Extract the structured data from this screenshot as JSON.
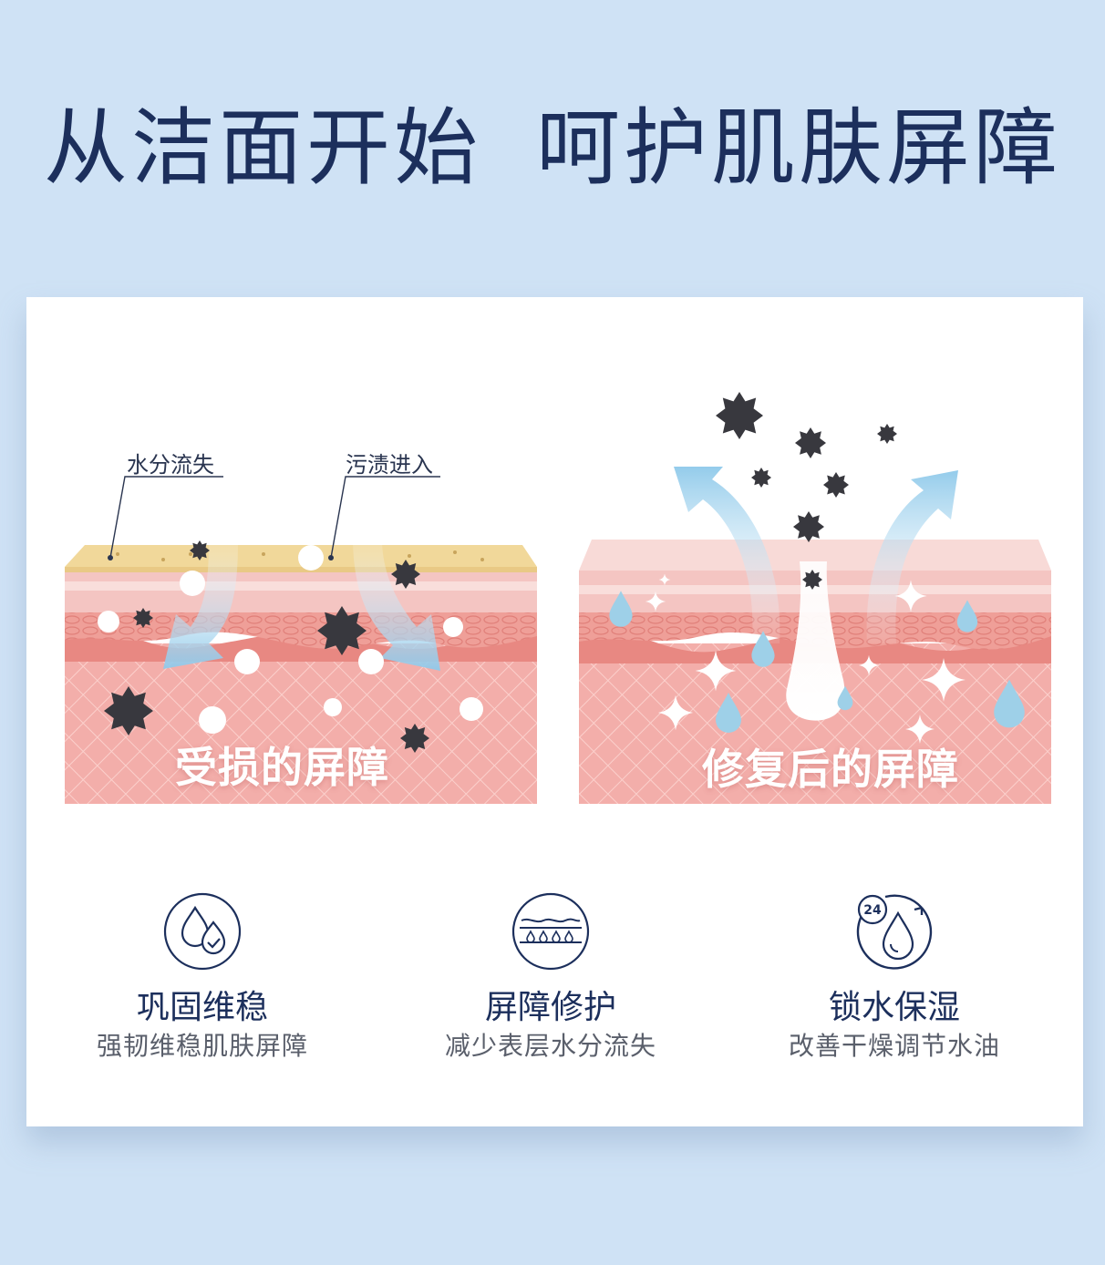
{
  "headline": {
    "part1": "从洁面开始",
    "part2": "呵护肌肤屏障"
  },
  "callouts": {
    "water_loss": "水分流失",
    "dirt_enter": "污渍进入"
  },
  "panels": {
    "damaged": "受损的屏障",
    "repaired": "修复后的屏障"
  },
  "features": [
    {
      "title": "巩固维稳",
      "desc": "强韧维稳肌肤屏障",
      "icon": "water-drops-check-icon"
    },
    {
      "title": "屏障修护",
      "desc": "减少表层水分流失",
      "icon": "skin-barrier-icon"
    },
    {
      "title": "锁水保湿",
      "desc": "改善干燥调节水油",
      "icon": "24h-hydration-icon",
      "badge": "24"
    }
  ],
  "colors": {
    "background": "#cfe2f5",
    "navy": "#1c2f5c",
    "skin": "#f4b4ae",
    "oil_layer": "#f1d89a",
    "arrow": "#a9d4ec",
    "particle": "#3a3a40"
  }
}
